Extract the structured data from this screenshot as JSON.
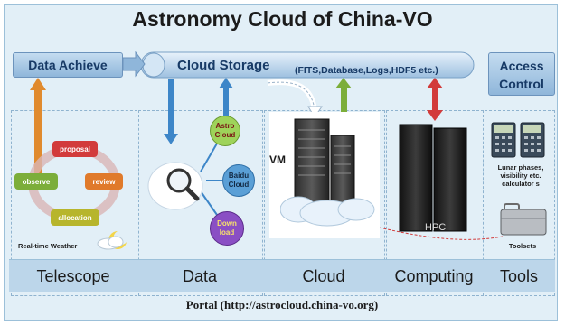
{
  "title": "Astronomy Cloud of China-VO",
  "data_achieve": "Data Achieve",
  "cloud_storage": {
    "title": "Cloud Storage",
    "subtitle": "(FITS,Database,Logs,HDF5 etc.)"
  },
  "access_control": {
    "line1": "Access",
    "line2": "Control"
  },
  "telescope": {
    "cycle": [
      "proposal",
      "review",
      "allocation",
      "observe"
    ],
    "weather": "Real-time Weather"
  },
  "data": {
    "nodes": [
      {
        "line1": "Astro",
        "line2": "Cloud"
      },
      {
        "line1": "Baidu",
        "line2": "Cloud"
      },
      {
        "line1": "Down",
        "line2": "load"
      }
    ]
  },
  "cloud": {
    "vm": "VM"
  },
  "computing": {
    "hpc": "HPC"
  },
  "tools": {
    "note_lines": [
      "Lunar phases,",
      "visibility etc.",
      "calculator s"
    ],
    "toolsets": "Toolsets"
  },
  "columns": [
    "Telescope",
    "Data",
    "Cloud",
    "Computing",
    "Tools"
  ],
  "portal": "Portal (http://astrocloud.china-vo.org)",
  "colors": {
    "frame_bg": "#dfeef6",
    "band": "#bcd6ea",
    "proposal": "#d23b3b",
    "review": "#e07a2b",
    "allocation": "#b7b52c",
    "observe": "#7cae3a",
    "astro_cloud": "#9ed35a",
    "baidu_cloud": "#5a9fd6",
    "download": "#8a4fc4"
  }
}
